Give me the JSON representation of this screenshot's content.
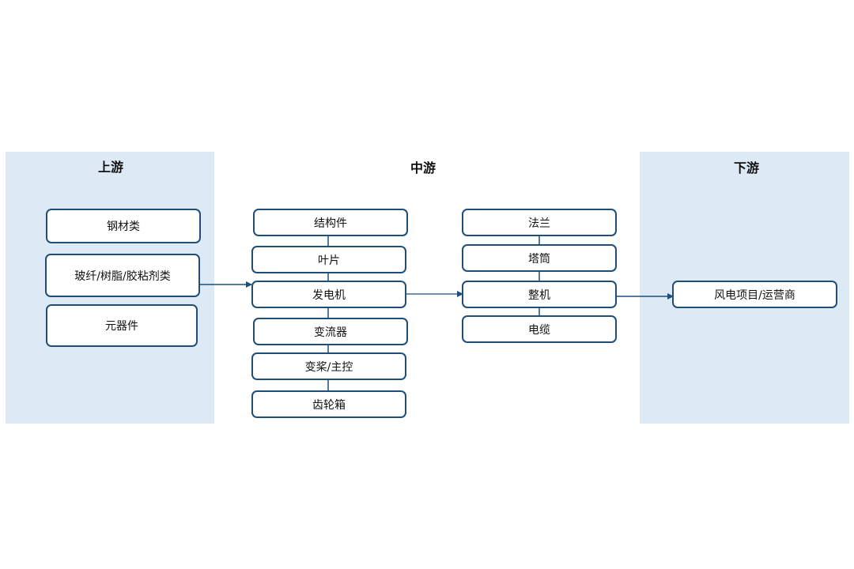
{
  "sections": {
    "upstream": "上游",
    "midstream": "中游",
    "downstream": "下游"
  },
  "upstream_items": [
    "钢材类",
    "玻纤/树脂/胶粘剂类",
    "元器件"
  ],
  "mid_left_items": [
    "结构件",
    "叶片",
    "发电机",
    "变流器",
    "变桨/主控",
    "齿轮箱"
  ],
  "mid_right_items": [
    "法兰",
    "塔筒",
    "整机",
    "电缆"
  ],
  "downstream_item": "风电项目/运营商",
  "colors": {
    "panel": "#dde9f5",
    "border": "#1f4e79",
    "line": "#1f4e79"
  }
}
